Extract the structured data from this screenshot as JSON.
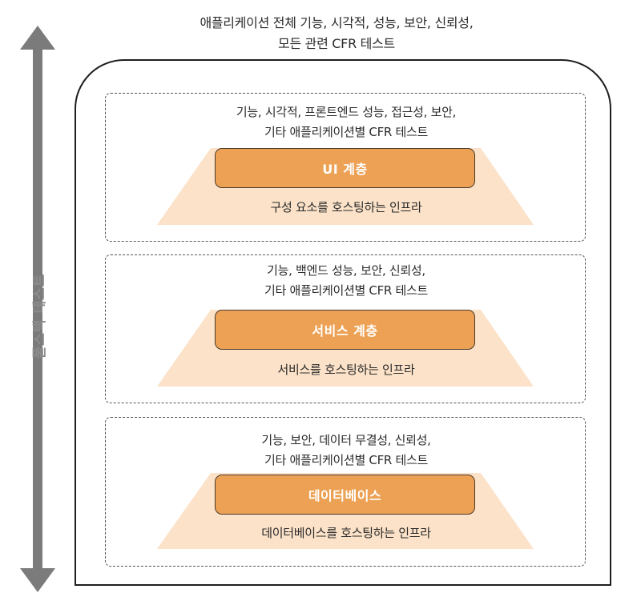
{
  "overall": {
    "caption_line1": "애플리케이션 전체 기능, 시각적, 성능, 보안, 신뢰성,",
    "caption_line2": "모든 관련 CFR 테스트",
    "side_label": "풀스택 테스트"
  },
  "tiers": [
    {
      "caption_line1": "기능, 시각적, 프론트엔드 성능, 접근성, 보안,",
      "caption_line2": "기타 애플리케이션별 CFR 테스트",
      "layer": "UI 계층",
      "infra": "구성 요소를 호스팅하는 인프라"
    },
    {
      "caption_line1": "기능, 백엔드 성능, 보안, 신뢰성,",
      "caption_line2": "기타 애플리케이션별 CFR 테스트",
      "layer": "서비스 계층",
      "infra": "서비스를 호스팅하는 인프라"
    },
    {
      "caption_line1": "기능, 보안, 데이터 무결성, 신뢰성,",
      "caption_line2": "기타 애플리케이션별 CFR 테스트",
      "layer": "데이터베이스",
      "infra": "데이터베이스를 호스팅하는 인프라"
    }
  ],
  "colors": {
    "layer_fill": "#eda154",
    "infra_fill": "#fbe2c8",
    "arrow": "#7b7b7b",
    "side_label": "#8c8c8c"
  }
}
